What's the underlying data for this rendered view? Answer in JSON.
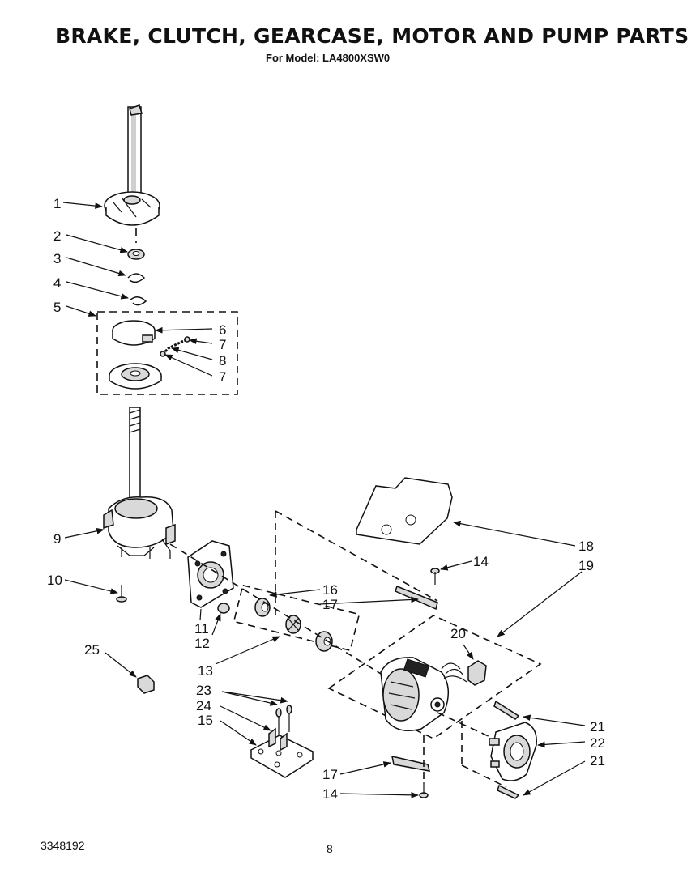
{
  "header": {
    "title": "BRAKE, CLUTCH, GEARCASE, MOTOR AND PUMP PARTS",
    "subtitle": "For Model: LA4800XSW0"
  },
  "footer": {
    "doc_number": "3348192",
    "page_number": "8"
  },
  "callouts": {
    "c1": "1",
    "c2": "2",
    "c3": "3",
    "c4": "4",
    "c5": "5",
    "c6": "6",
    "c7a": "7",
    "c8": "8",
    "c7b": "7",
    "c9": "9",
    "c10": "10",
    "c11": "11",
    "c12": "12",
    "c13": "13",
    "c14a": "14",
    "c14b": "14",
    "c15": "15",
    "c16": "16",
    "c17a": "17",
    "c17b": "17",
    "c18": "18",
    "c19": "19",
    "c20": "20",
    "c21a": "21",
    "c21b": "21",
    "c22": "22",
    "c23": "23",
    "c24": "24",
    "c25": "25"
  }
}
